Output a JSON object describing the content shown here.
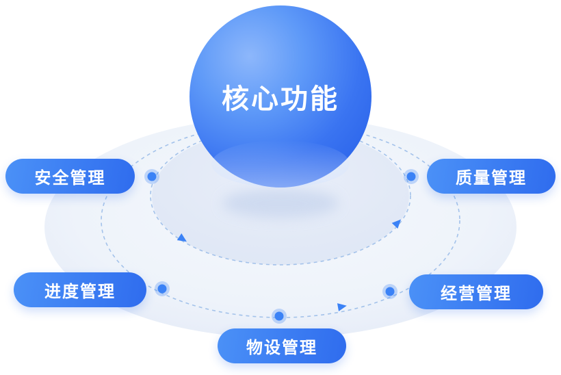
{
  "diagram": {
    "title": "核心功能",
    "nodes": [
      {
        "id": "safety",
        "label": "安全管理",
        "position": "upper-left"
      },
      {
        "id": "quality",
        "label": "质量管理",
        "position": "upper-right"
      },
      {
        "id": "progress",
        "label": "进度管理",
        "position": "lower-left"
      },
      {
        "id": "business",
        "label": "经营管理",
        "position": "lower-right"
      },
      {
        "id": "equipment",
        "label": "物设管理",
        "position": "bottom-center"
      }
    ],
    "colors": {
      "sphere_highlight": "#8db7fb",
      "sphere_base": "#2a63ea",
      "pill_gradient_start": "#4b91f7",
      "pill_gradient_end": "#2f6cee",
      "orbit_stroke": "#a3c2ea",
      "platform_fill": "#edf2fa",
      "inner_disc_fill": "#e3e9f6",
      "dot_fill": "#3b82f6",
      "dot_halo": "#b9d3f6",
      "arrow_fill": "#3b82f6",
      "text_color": "#ffffff"
    }
  }
}
